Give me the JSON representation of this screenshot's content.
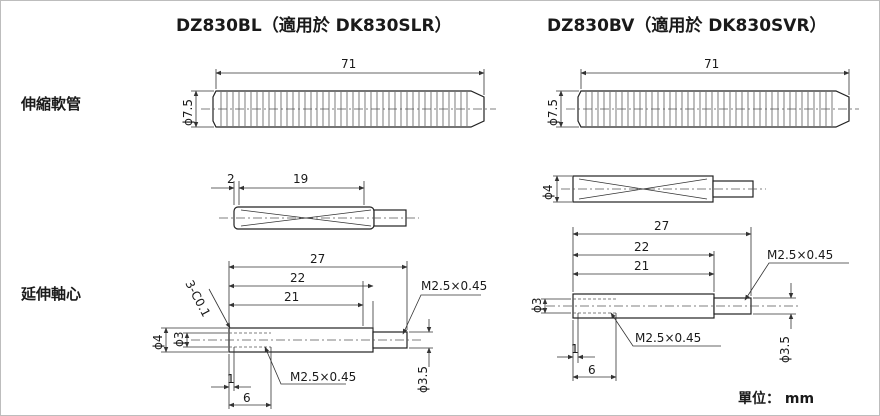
{
  "titles": {
    "left": "DZ830BL（適用於 DK830SLR）",
    "right": "DZ830BV（適用於 DK830SVR）"
  },
  "rows": {
    "hose": "伸縮軟管",
    "shaft": "延伸軸心"
  },
  "dims": {
    "hose_length_left": "71",
    "hose_dia_left": "ϕ7.5",
    "hose_length_right": "71",
    "hose_dia_right": "ϕ7.5",
    "slot_offset": "2",
    "slot_length": "19",
    "shaft_overall_left": "27",
    "shaft_22_left": "22",
    "shaft_21_left": "21",
    "thread_top_left": "M2.5×0.45",
    "chamfer_left": "3-C0.1",
    "dia4_left": "ϕ4",
    "dia3_left": "ϕ3",
    "dia35_left": "ϕ3.5",
    "thread_bottom_left": "M2.5×0.45",
    "dim1_left": "1",
    "dim6_left": "6",
    "dia4_right": "ϕ4",
    "shaft_overall_right": "27",
    "shaft_22_right": "22",
    "shaft_21_right": "21",
    "thread_top_right": "M2.5×0.45",
    "dia3_right": "ϕ3",
    "thread_bottom_right": "M2.5×0.45",
    "dia35_right": "ϕ3.5",
    "dim1_right": "1",
    "dim6_right": "6"
  },
  "unit": "單位： mm"
}
